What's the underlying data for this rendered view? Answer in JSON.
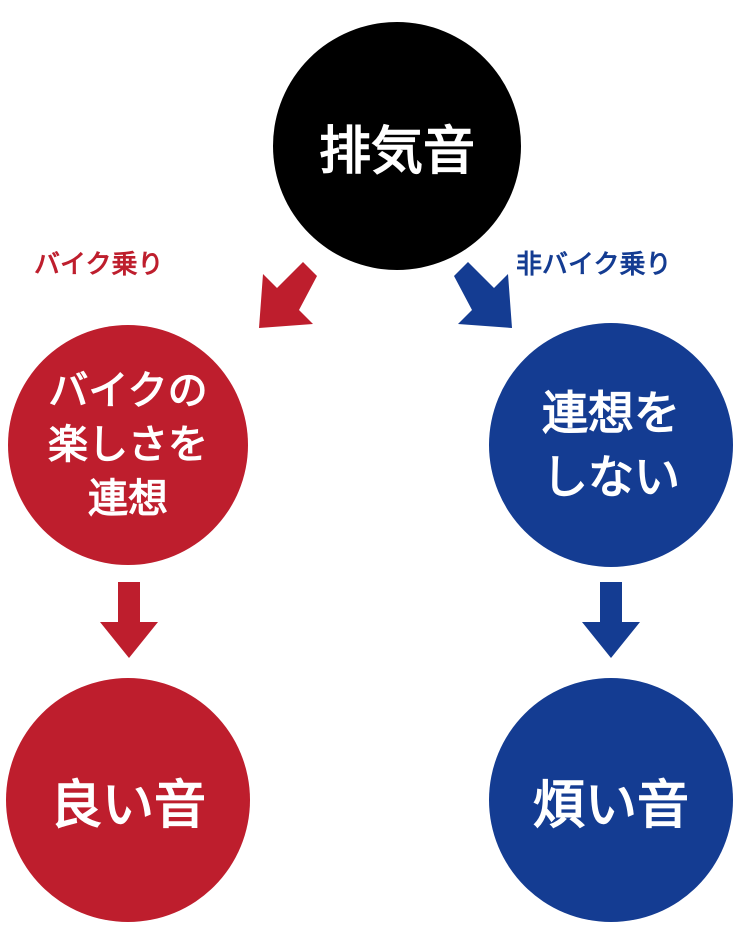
{
  "colors": {
    "black": "#000000",
    "red": "#be1e2d",
    "blue": "#143c92"
  },
  "root": {
    "label": "排気音"
  },
  "branches": [
    {
      "label": "バイク乗り",
      "association": "バイクの\n楽しさを\n連想",
      "result": "良い音"
    },
    {
      "label": "非バイク乗り",
      "association": "連想を\nしない",
      "result": "煩い音"
    }
  ]
}
